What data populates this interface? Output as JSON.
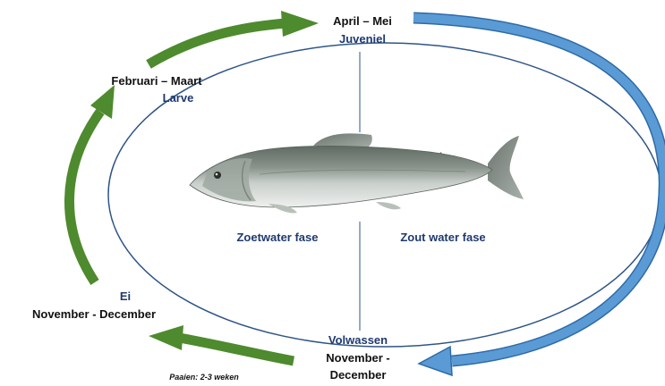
{
  "stages": {
    "april": {
      "months": "April – Mei",
      "name": "Juveniel"
    },
    "feb": {
      "months": "Februari – Maart",
      "name": "Larve"
    },
    "egg": {
      "name": "Ei",
      "months": "November - December"
    },
    "adult": {
      "name": "Volwassen",
      "months_line1": "November -",
      "months_line2": "December"
    }
  },
  "phases": {
    "freshwater": "Zoetwater fase",
    "saltwater": "Zout water fase"
  },
  "note": "Paaien: 2-3 weken",
  "picture": "fish-photo",
  "colors": {
    "green_arrow": "#4e8a2e",
    "blue_arrow": "#5b9bd5",
    "cycle_line": "#2e5588",
    "label_blue": "#1f3a6e"
  }
}
